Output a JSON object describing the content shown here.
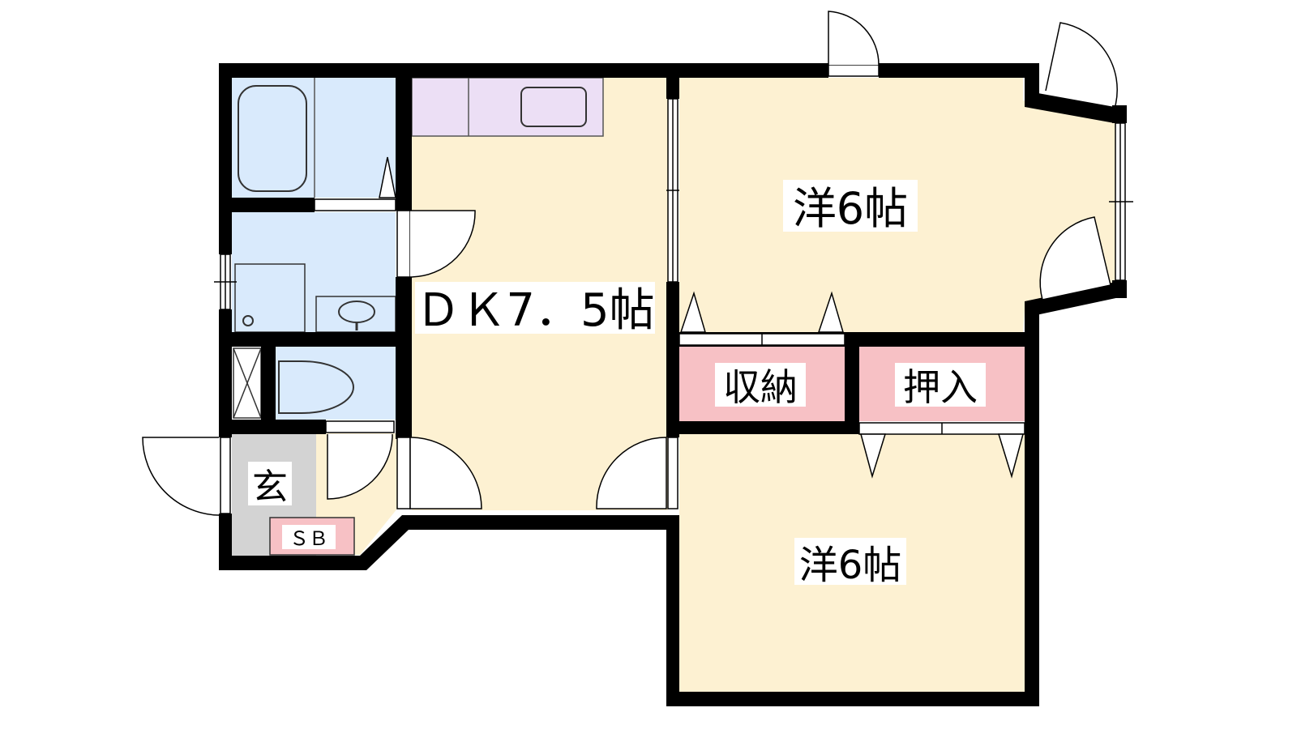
{
  "rooms": {
    "dk": "ＤＫ7．5帖",
    "western_upper": "洋6帖",
    "western_lower": "洋6帖",
    "storage": "収納",
    "closet": "押入",
    "entrance": "玄",
    "shoe_box": "ＳＢ"
  },
  "colors": {
    "wall": "#000000",
    "dry_room": "#fdf1d2",
    "wet_area": "#d9eafc",
    "kitchen": "#ecdff5",
    "storage": "#f7c1c5",
    "entrance": "#d3d3d3",
    "background": "#ffffff"
  }
}
